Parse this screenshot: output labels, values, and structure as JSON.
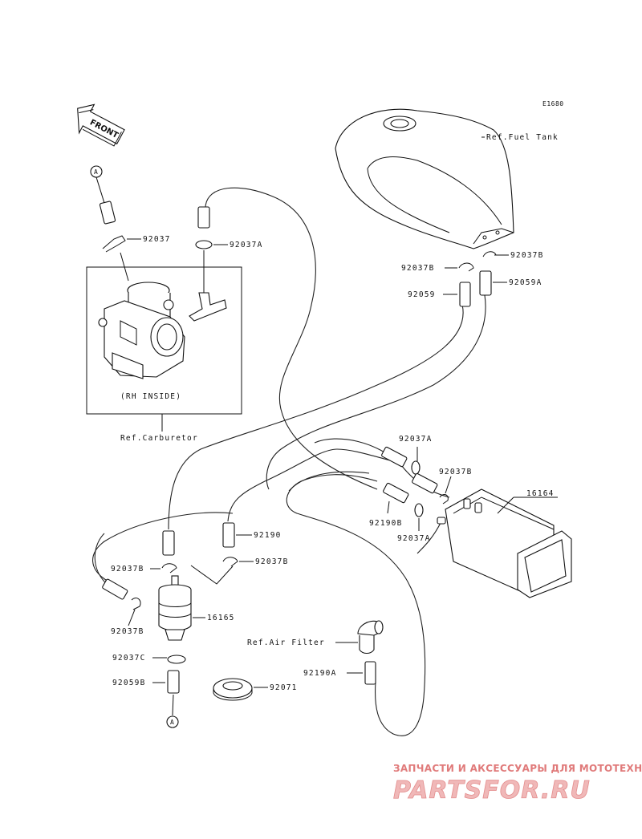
{
  "diagram_code": "E1680",
  "front_label": "FRONT",
  "connector_a": "A",
  "ref_labels": {
    "fuel_tank": "Ref.Fuel Tank",
    "carburetor": "Ref.Carburetor",
    "air_filter": "Ref.Air Filter",
    "rh_inside": "(RH INSIDE)"
  },
  "parts": {
    "p92037": "92037",
    "p92037A_top": "92037A",
    "p92037B_tank": "92037B",
    "p92037B_left": "92037B",
    "p92059": "92059",
    "p92059A": "92059A",
    "p92037A_can_top": "92037A",
    "p92037B_can": "92037B",
    "p16164": "16164",
    "p92190B": "92190B",
    "p92037A_can_bot": "92037A",
    "p92190": "92190",
    "p92037B_mid": "92037B",
    "p92037B_filter_left": "92037B",
    "p92037B_filter_low": "92037B",
    "p16165": "16165",
    "p92037C": "92037C",
    "p92059B": "92059B",
    "p92071": "92071",
    "p92190A": "92190A"
  },
  "watermark": {
    "tagline": "ЗАПЧАСТИ И АКСЕССУАРЫ ДЛЯ МОТОТЕХНИКИ",
    "logo": "PARTSFOR.RU"
  }
}
